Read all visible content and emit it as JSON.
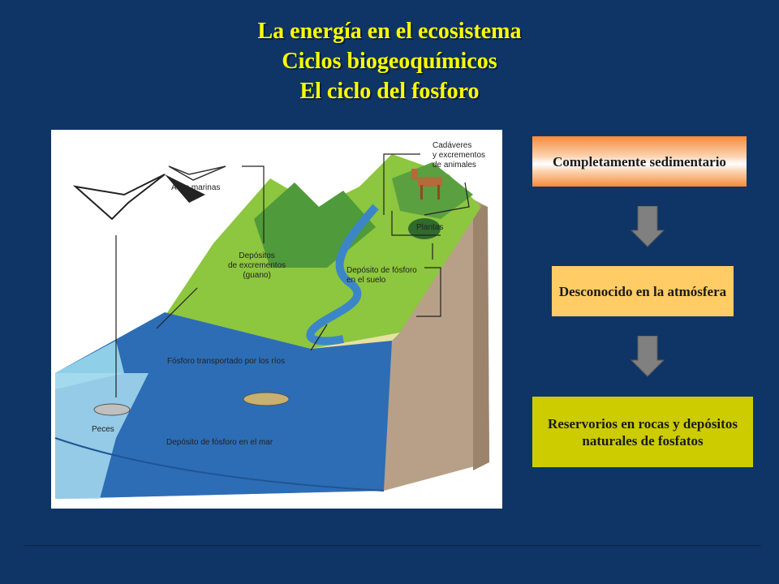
{
  "slide": {
    "title_line1": "La energía en el ecosistema",
    "title_line2": "Ciclos biogeoquímicos",
    "title_line3": "El ciclo del fosforo"
  },
  "diagram": {
    "labels": {
      "aves": "Aves marinas",
      "cadaveres": "Cadáveres\ny excrementos\nde animales",
      "depositos_excrementos": "Depósitos\nde excrementos\n(guano)",
      "plantas": "Plantas",
      "deposito_suelo": "Depósito de fósforo\nen el suelo",
      "transportado": "Fósforo transportado por los ríos",
      "peces": "Peces",
      "deposito_mar": "Depósito de fósforo en el mar"
    }
  },
  "flow": {
    "box1": "Completamente sedimentario",
    "box2": "Desconocido en la atmósfera",
    "box3": "Reservorios en rocas y depósitos naturales de fosfatos"
  },
  "colors": {
    "background": "#0f3566",
    "title": "#ffff00",
    "box1": "#f58b3b",
    "box2": "#ffcc66",
    "box3": "#cccc00",
    "arrow": "#808080"
  }
}
